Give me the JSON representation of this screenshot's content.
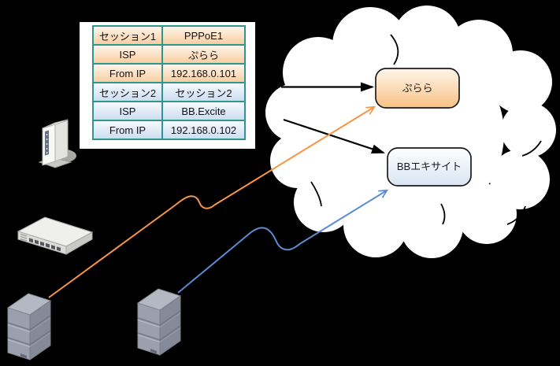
{
  "table": {
    "rows": [
      {
        "label": "セッション1",
        "value": "PPPoE1",
        "group": "session1"
      },
      {
        "label": "ISP",
        "value": "ぷらら",
        "group": "session1"
      },
      {
        "label": "From IP",
        "value": "192.168.0.101",
        "group": "session1"
      },
      {
        "label": "セッション2",
        "value": "セッション2",
        "group": "session2"
      },
      {
        "label": "ISP",
        "value": "BB.Excite",
        "group": "session2"
      },
      {
        "label": "From IP",
        "value": "192.168.0.102",
        "group": "session2"
      }
    ]
  },
  "cloud": {
    "providers": [
      {
        "label": "ぷらら"
      },
      {
        "label": "BBエキサイト"
      }
    ]
  },
  "icons": {
    "modem": "modem-icon",
    "switch": "switch-icon",
    "server_left": "server-icon",
    "server_right": "server-icon",
    "cloud": "cloud-shape"
  },
  "colors": {
    "background": "#000000",
    "session1_accent": "#F79646",
    "session2_accent": "#5B8BD0",
    "arrow_black": "#000000",
    "table_border": "#2E968C",
    "plala_box_top": "#FEF4E6",
    "plala_box_bottom": "#F9C184",
    "excite_box_top": "#FDFEFF",
    "excite_box_bottom": "#D9E5F3"
  }
}
